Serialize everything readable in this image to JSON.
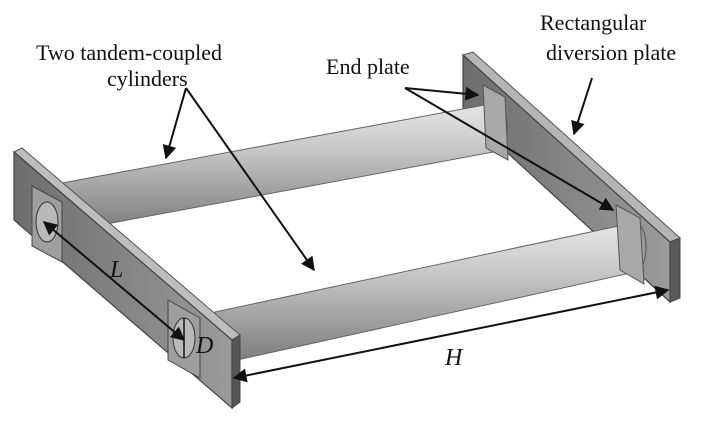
{
  "labels": {
    "cylinders_line1": "Two tandem-coupled",
    "cylinders_line2": "cylinders",
    "end_plate": "End plate",
    "diversion_line1": "Rectangular",
    "diversion_line2": "diversion plate",
    "dim_L": "L",
    "dim_D": "D",
    "dim_H": "H"
  },
  "colors": {
    "plate_face": "#8c8c8c",
    "plate_edge": "#5e5e5e",
    "cylinder_light": "#d2d2d2",
    "cylinder_dark": "#7c7c7c",
    "line": "#111111"
  }
}
